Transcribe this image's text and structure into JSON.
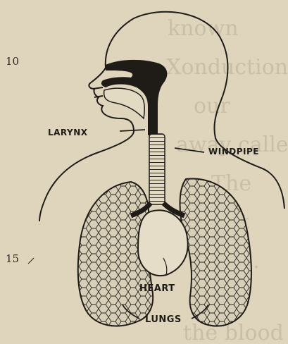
{
  "diagram": {
    "labels": {
      "larynx": "LARYNX",
      "windpipe": "WINDPIPE",
      "heart": "HEART",
      "lungs": "LUNGS"
    },
    "line_numbers": [
      "10",
      "15"
    ],
    "background_text": [
      "known",
      "Xonduction",
      "our",
      "away called",
      "The",
      "It",
      "...",
      "the blood"
    ]
  },
  "colors": {
    "paper": "#dfd5bd",
    "ink": "#1f1c18",
    "ghost_text": "#c9bea6",
    "lung_fill": "#d8cfb8",
    "heart_fill": "#e6ddc8"
  }
}
